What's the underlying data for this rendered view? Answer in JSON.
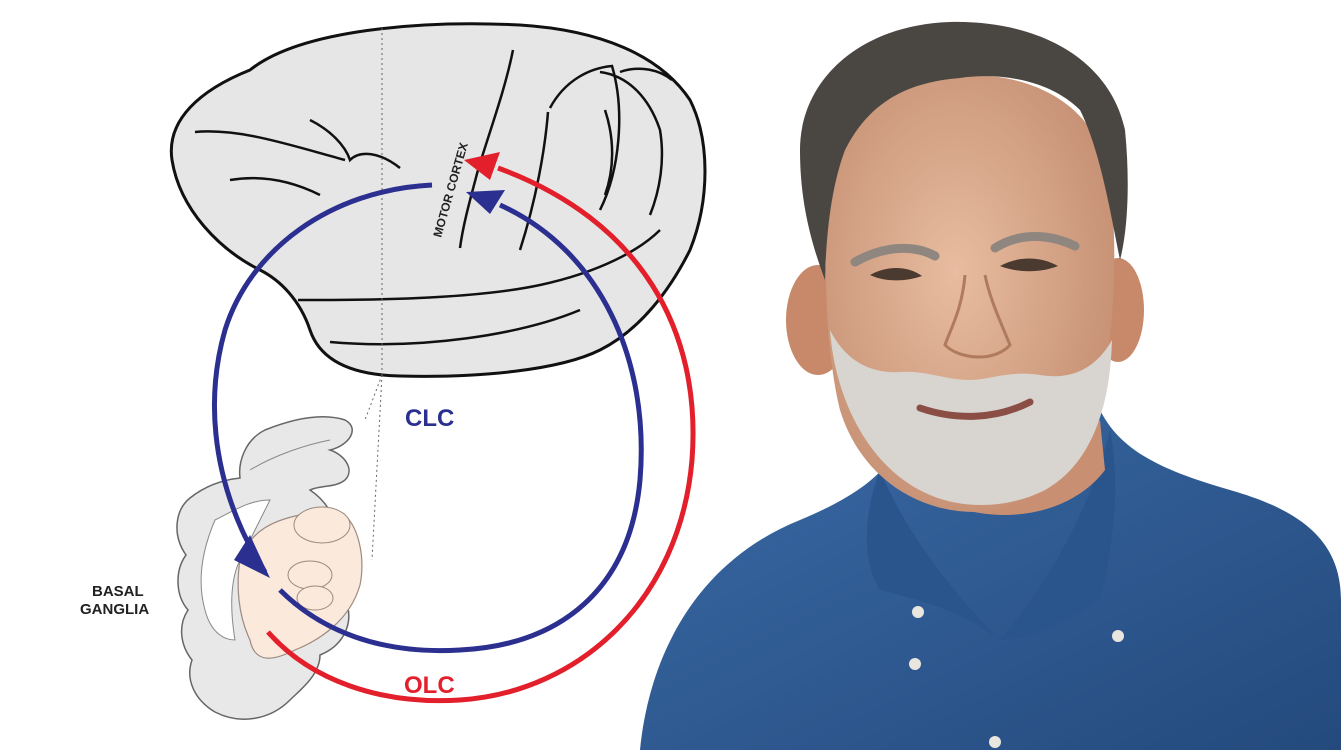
{
  "diagram": {
    "labels": {
      "motor_cortex": "MOTOR CORTEX",
      "clc": "CLC",
      "olc": "OLC",
      "basal_ganglia_line1": "BASAL",
      "basal_ganglia_line2": "GANGLIA"
    },
    "colors": {
      "clc_loop": "#2b2f8f",
      "olc_loop": "#e21f2a",
      "brain_fill": "#e6e6e6",
      "brain_outline": "#111111",
      "nuclei_fill": "#fbe9dc",
      "label_text": "#222222"
    }
  },
  "photo": {
    "subject": "portrait of a smiling man with gray beard wearing a blue denim shirt",
    "colors": {
      "shirt": "#2f5b95",
      "skin": "#d9a88a",
      "hair": "#4a4642",
      "beard": "#d8d4cf"
    }
  }
}
